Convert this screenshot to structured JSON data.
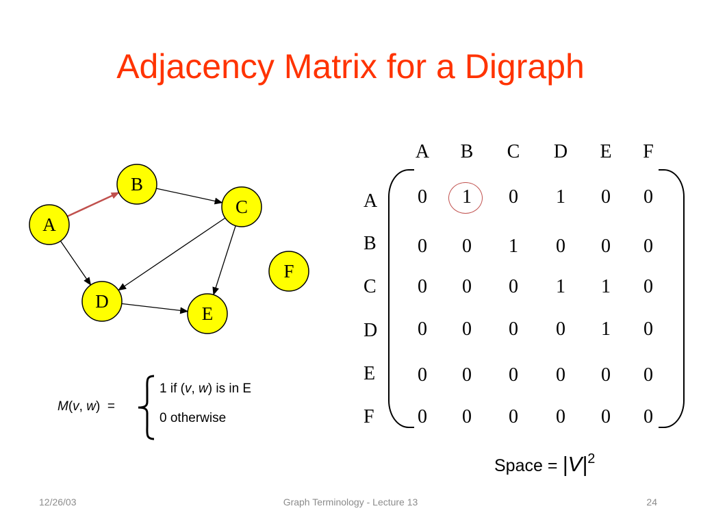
{
  "title": "Adjacency Matrix for a Digraph",
  "colors": {
    "title": "#ff3300",
    "node_fill": "#ffff00",
    "highlight_edge": "#c0504d",
    "footer": "#8b8b8b"
  },
  "graph": {
    "nodes": [
      {
        "id": "A",
        "label": "A"
      },
      {
        "id": "B",
        "label": "B"
      },
      {
        "id": "C",
        "label": "C"
      },
      {
        "id": "D",
        "label": "D"
      },
      {
        "id": "E",
        "label": "E"
      },
      {
        "id": "F",
        "label": "F"
      }
    ],
    "edges": [
      {
        "from": "A",
        "to": "B",
        "highlighted": true
      },
      {
        "from": "A",
        "to": "D",
        "highlighted": false
      },
      {
        "from": "B",
        "to": "C",
        "highlighted": false
      },
      {
        "from": "C",
        "to": "D",
        "highlighted": false
      },
      {
        "from": "C",
        "to": "E",
        "highlighted": false
      },
      {
        "from": "D",
        "to": "E",
        "highlighted": false
      }
    ]
  },
  "matrix": {
    "columns": [
      "A",
      "B",
      "C",
      "D",
      "E",
      "F"
    ],
    "rows": [
      "A",
      "B",
      "C",
      "D",
      "E",
      "F"
    ],
    "values": [
      [
        "0",
        "1",
        "0",
        "1",
        "0",
        "0"
      ],
      [
        "0",
        "0",
        "1",
        "0",
        "0",
        "0"
      ],
      [
        "0",
        "0",
        "0",
        "1",
        "1",
        "0"
      ],
      [
        "0",
        "0",
        "0",
        "0",
        "1",
        "0"
      ],
      [
        "0",
        "0",
        "0",
        "0",
        "0",
        "0"
      ],
      [
        "0",
        "0",
        "0",
        "0",
        "0",
        "0"
      ]
    ],
    "highlighted_cell": {
      "row": 0,
      "col": 1
    }
  },
  "definition": {
    "lhs_func": "M",
    "lhs_open": "(",
    "lhs_v": "v",
    "lhs_comma": ", ",
    "lhs_w": "w",
    "lhs_close": ")",
    "lhs_eq": "=",
    "case1_pre": "1 if (",
    "case1_v": "v",
    "case1_comma": ", ",
    "case1_w": "w",
    "case1_post": ") is in E",
    "case2": "0 otherwise"
  },
  "space": {
    "label": "Space = ",
    "bar_open": "|",
    "var": "V",
    "bar_close": "|",
    "exp": "2"
  },
  "footer": {
    "date": "12/26/03",
    "center": "Graph Terminology - Lecture 13",
    "page": "24"
  }
}
